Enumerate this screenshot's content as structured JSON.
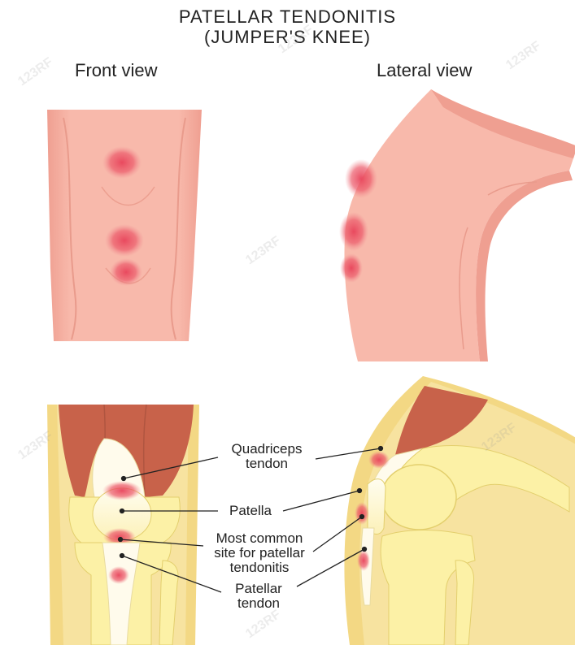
{
  "title": {
    "line1": "PATELLAR TENDONITIS",
    "line2": "(JUMPER'S KNEE)"
  },
  "views": {
    "front": "Front view",
    "lateral": "Lateral view"
  },
  "annotations": {
    "quadriceps": [
      "Quadriceps",
      "tendon"
    ],
    "patella": [
      "Patella"
    ],
    "most_common": [
      "Most common",
      "site for patellar",
      "tendonitis"
    ],
    "patellar_tendon": [
      "Patellar",
      "tendon"
    ]
  },
  "watermark": "123RF",
  "colors": {
    "skin": "#f7b3a4",
    "skin_dark": "#e99b8c",
    "inflammation": "#e8435a",
    "muscle": "#c8624a",
    "bone": "#fcf1a6",
    "fat": "#f3d884",
    "tendon": "#fffbec"
  }
}
